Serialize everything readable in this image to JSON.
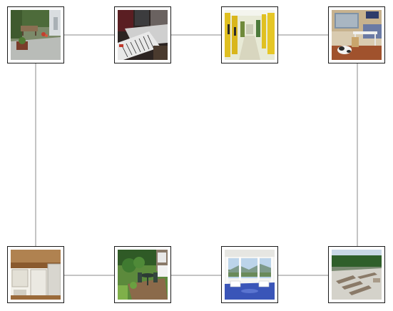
{
  "graph": {
    "line_color": "#888888",
    "tile_border_color": "#1a1a1a",
    "nodes": [
      {
        "scene": "garden-patio"
      },
      {
        "scene": "studio-keyboard"
      },
      {
        "scene": "locker-room"
      },
      {
        "scene": "office-with-dog"
      },
      {
        "scene": "kitchen"
      },
      {
        "scene": "garden-deck"
      },
      {
        "scene": "sunroom"
      },
      {
        "scene": "pool-deck"
      }
    ]
  }
}
